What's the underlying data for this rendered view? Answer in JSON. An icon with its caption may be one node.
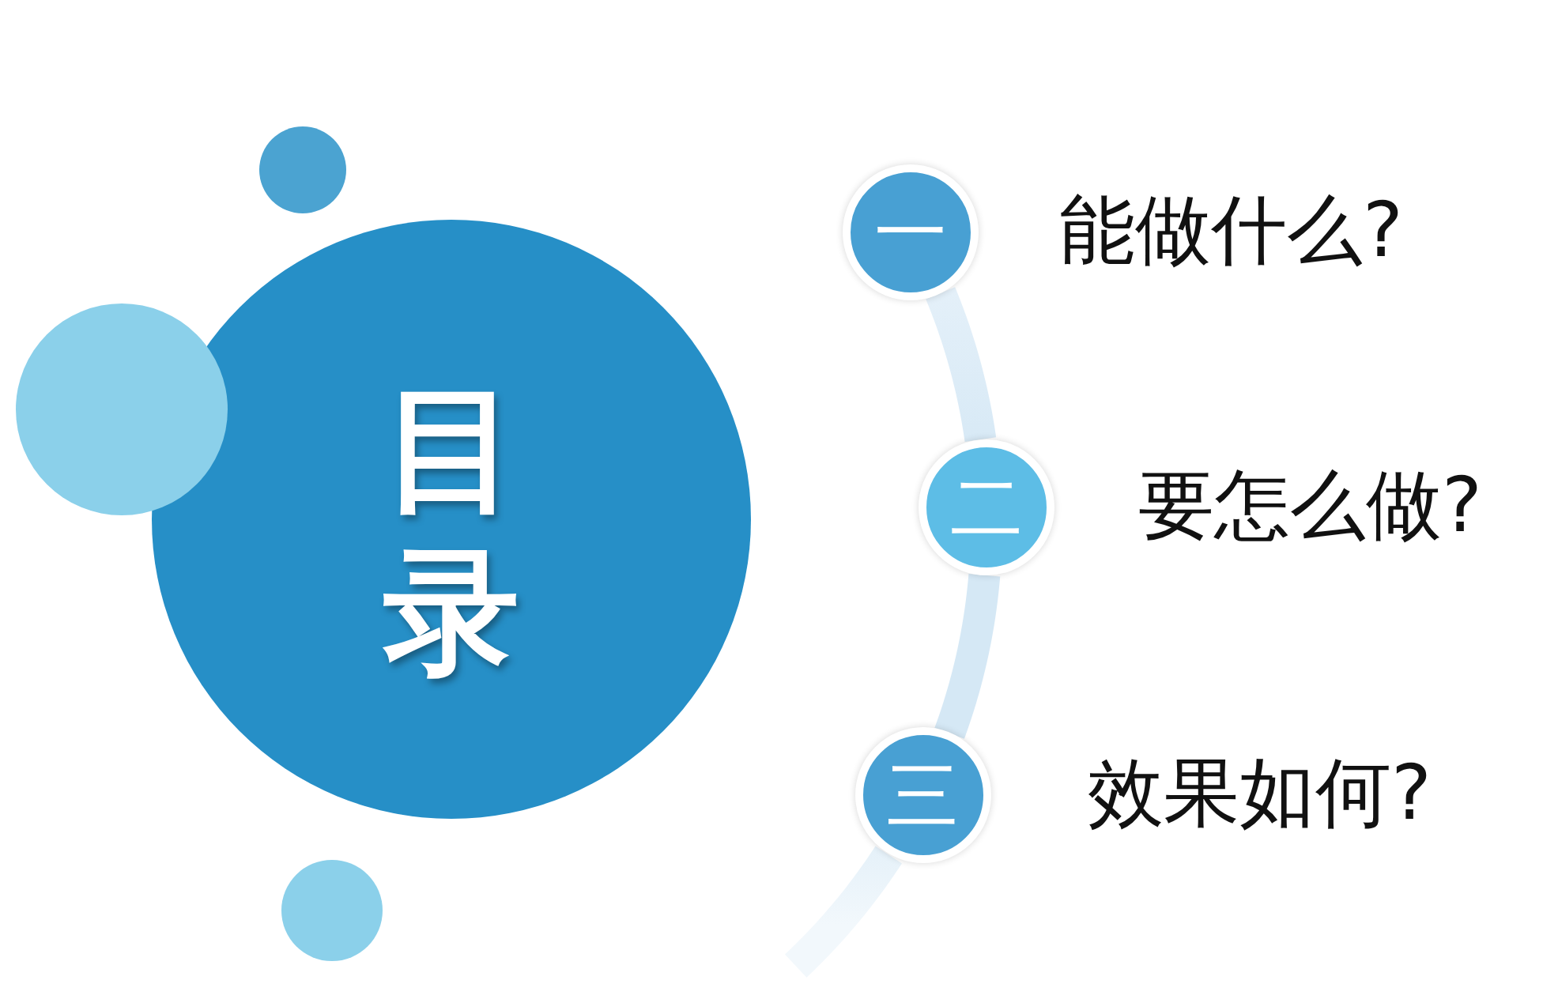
{
  "diagram": {
    "nodes": [
      {
        "text": [
          "目录"
        ]
      },
      {
        "text": [],
        "shape": "circle"
      },
      {
        "text": [],
        "shape": "circle"
      },
      {
        "text": [],
        "shape": "circle"
      },
      {
        "text": [
          "一"
        ],
        "beside": [
          "能做什么?"
        ]
      },
      {
        "text": [
          "二"
        ],
        "beside": [
          "要怎么做?"
        ]
      },
      {
        "text": [
          "三"
        ],
        "beside": [
          "效果如何?"
        ]
      }
    ],
    "edges": [
      {
        "from": 4,
        "to": 5,
        "arrow": "none",
        "style": "thick"
      },
      {
        "from": 5,
        "to": 6,
        "arrow": "none",
        "style": "thick"
      },
      {
        "from": 6,
        "to": null,
        "arrow": "none",
        "style": "thick"
      }
    ]
  }
}
